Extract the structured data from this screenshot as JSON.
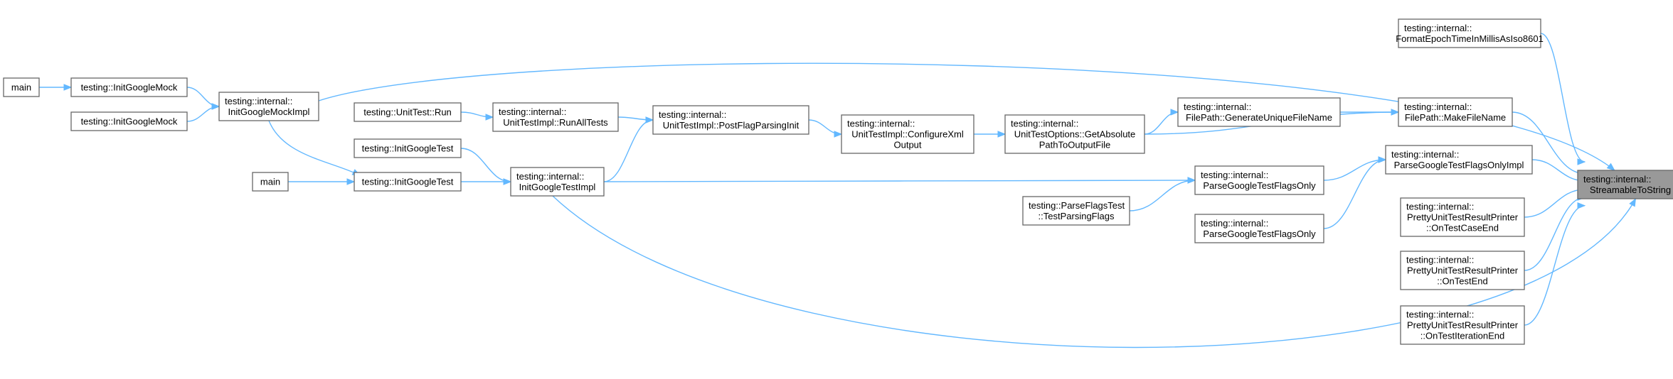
{
  "graph": {
    "nodes": [
      {
        "id": "n0",
        "lines": [
          "testing::internal::",
          "StreamableToString"
        ],
        "root": true
      },
      {
        "id": "n1",
        "lines": [
          "testing::internal::",
          "FormatEpochTimeInMillisAsIso8601"
        ]
      },
      {
        "id": "n2",
        "lines": [
          "testing::internal::",
          "FilePath::MakeFileName"
        ]
      },
      {
        "id": "n3",
        "lines": [
          "testing::internal::",
          "ParseGoogleTestFlagsOnlyImpl"
        ]
      },
      {
        "id": "n4",
        "lines": [
          "testing::internal::",
          "PrettyUnitTestResultPrinter",
          "::OnTestCaseEnd"
        ]
      },
      {
        "id": "n5",
        "lines": [
          "testing::internal::",
          "PrettyUnitTestResultPrinter",
          "::OnTestEnd"
        ]
      },
      {
        "id": "n6",
        "lines": [
          "testing::internal::",
          "PrettyUnitTestResultPrinter",
          "::OnTestIterationEnd"
        ]
      },
      {
        "id": "n7",
        "lines": [
          "testing::internal::",
          "InitGoogleMockImpl"
        ]
      },
      {
        "id": "n8",
        "lines": [
          "testing::InitGoogleMock"
        ]
      },
      {
        "id": "n9",
        "lines": [
          "main"
        ]
      },
      {
        "id": "n10",
        "lines": [
          "testing::InitGoogleMock"
        ]
      },
      {
        "id": "n11",
        "lines": [
          "testing::internal::",
          "FilePath::GenerateUniqueFileName"
        ]
      },
      {
        "id": "n12",
        "lines": [
          "testing::internal::",
          "UnitTestOptions::GetAbsolute",
          "PathToOutputFile"
        ]
      },
      {
        "id": "n13",
        "lines": [
          "testing::internal::",
          "UnitTestImpl::ConfigureXml",
          "Output"
        ]
      },
      {
        "id": "n14",
        "lines": [
          "testing::internal::",
          "UnitTestImpl::PostFlagParsingInit"
        ]
      },
      {
        "id": "n15",
        "lines": [
          "testing::internal::",
          "InitGoogleTestImpl"
        ]
      },
      {
        "id": "n16",
        "lines": [
          "testing::internal::",
          "UnitTestImpl::RunAllTests"
        ]
      },
      {
        "id": "n17",
        "lines": [
          "testing::UnitTest::Run"
        ]
      },
      {
        "id": "n18",
        "lines": [
          "testing::InitGoogleTest"
        ]
      },
      {
        "id": "n19",
        "lines": [
          "testing::InitGoogleTest"
        ]
      },
      {
        "id": "n20",
        "lines": [
          "main"
        ]
      },
      {
        "id": "n21",
        "lines": [
          "testing::internal::",
          "ParseGoogleTestFlagsOnly"
        ]
      },
      {
        "id": "n22",
        "lines": [
          "testing::ParseFlagsTest",
          "::TestParsingFlags"
        ]
      },
      {
        "id": "n23",
        "lines": [
          "testing::internal::",
          "ParseGoogleTestFlagsOnly"
        ]
      }
    ],
    "edges": [
      {
        "from": "n1",
        "to": "n0"
      },
      {
        "from": "n2",
        "to": "n0"
      },
      {
        "from": "n3",
        "to": "n0"
      },
      {
        "from": "n4",
        "to": "n0"
      },
      {
        "from": "n5",
        "to": "n0"
      },
      {
        "from": "n6",
        "to": "n0"
      },
      {
        "from": "n7",
        "to": "n0"
      },
      {
        "from": "n15",
        "to": "n0"
      },
      {
        "from": "n8",
        "to": "n7"
      },
      {
        "from": "n10",
        "to": "n7"
      },
      {
        "from": "n9",
        "to": "n8"
      },
      {
        "from": "n11",
        "to": "n2"
      },
      {
        "from": "n12",
        "to": "n2"
      },
      {
        "from": "n12",
        "to": "n11"
      },
      {
        "from": "n13",
        "to": "n12"
      },
      {
        "from": "n14",
        "to": "n13"
      },
      {
        "from": "n15",
        "to": "n14"
      },
      {
        "from": "n16",
        "to": "n14"
      },
      {
        "from": "n17",
        "to": "n16"
      },
      {
        "from": "n18",
        "to": "n15"
      },
      {
        "from": "n19",
        "to": "n15"
      },
      {
        "from": "n7",
        "to": "n19"
      },
      {
        "from": "n20",
        "to": "n19"
      },
      {
        "from": "n21",
        "to": "n3"
      },
      {
        "from": "n23",
        "to": "n3"
      },
      {
        "from": "n15",
        "to": "n21"
      },
      {
        "from": "n22",
        "to": "n21"
      }
    ]
  }
}
